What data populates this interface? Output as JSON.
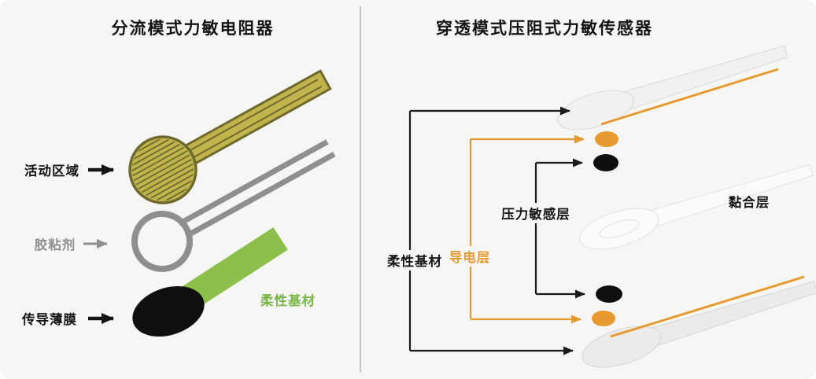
{
  "figure": {
    "left_panel": {
      "title": "分流模式力敏电阻器",
      "labels": {
        "active_area": "活动区域",
        "adhesive": "胶粘剂",
        "conductive_film": "传导薄膜",
        "flexible_substrate": "柔性基材"
      }
    },
    "right_panel": {
      "title": "穿透模式压阻式力敏传感器",
      "labels": {
        "flexible_substrate": "柔性基材",
        "conductive_layer": "导电层",
        "pressure_sensitive_layer": "压力敏感层",
        "adhesive_layer": "黏合层"
      }
    }
  },
  "colors": {
    "background": "#f6f6f4",
    "divider": "#c7c7c5",
    "text": "#161616",
    "olive_fill": "#c0b44c",
    "olive_outline": "#6f692e",
    "adhesive_gray": "#8f8f8f",
    "substrate_green": "#8cc04b",
    "green_label": "#7ab648",
    "ink_black": "#0f0f0f",
    "orange": "#e79a2f",
    "layer_white": "#f1f1ef",
    "layer_outline": "#d9d9d7"
  }
}
